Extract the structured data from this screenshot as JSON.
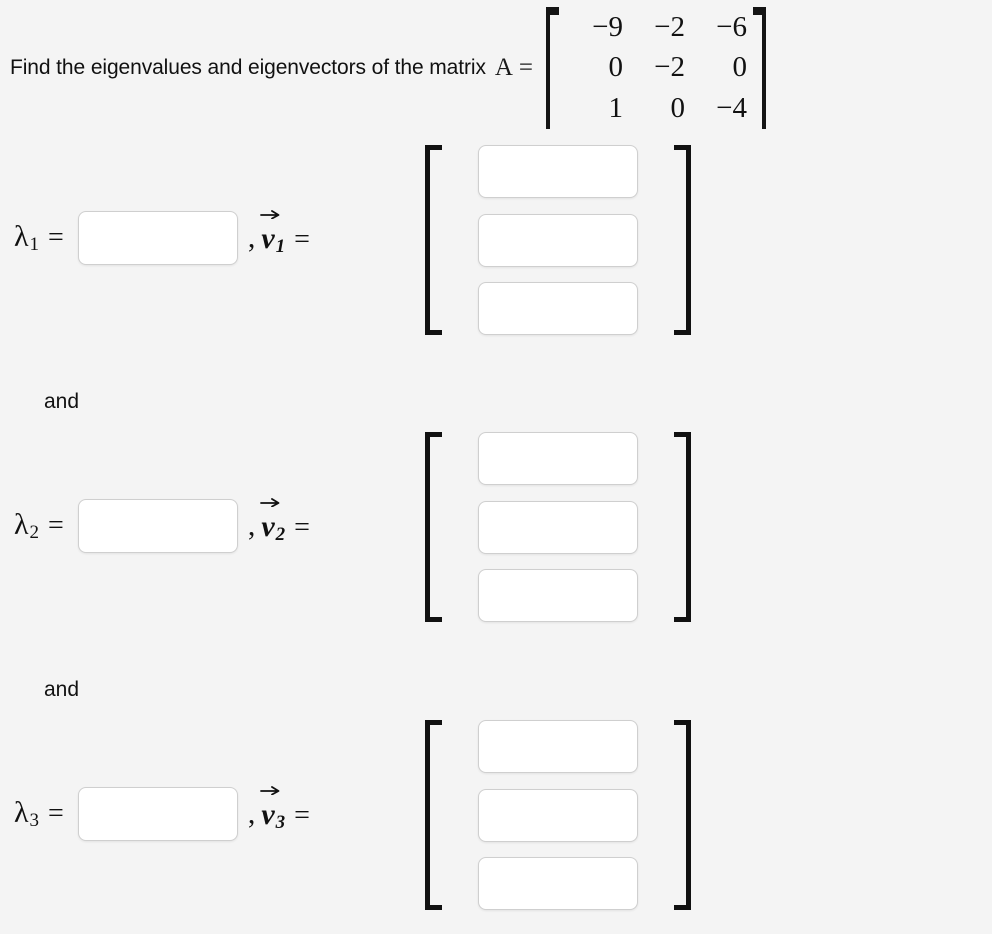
{
  "problem": {
    "prompt": "Find the eigenvalues and eigenvectors of the matrix",
    "matrix_label": "A",
    "equals": "=",
    "matrix": {
      "rows": [
        [
          "−9",
          "−2",
          "−6"
        ],
        [
          "0",
          "−2",
          "0"
        ],
        [
          "1",
          "0",
          "−4"
        ]
      ]
    }
  },
  "connectors": {
    "first": "and",
    "second": "and"
  },
  "symbols": {
    "lambda": "λ",
    "vector": "v",
    "equals": "=",
    "comma": ","
  },
  "eigen_pairs": [
    {
      "index": "1",
      "eigenvalue_label": "λ",
      "eigenvalue_subscript": "1",
      "eigenvalue_value": "",
      "eigenvalue_placeholder": "",
      "eigenvector_label": "v",
      "eigenvector_subscript": "1",
      "components": [
        {
          "value": "",
          "placeholder": ""
        },
        {
          "value": "",
          "placeholder": ""
        },
        {
          "value": "",
          "placeholder": ""
        }
      ]
    },
    {
      "index": "2",
      "eigenvalue_label": "λ",
      "eigenvalue_subscript": "2",
      "eigenvalue_value": "",
      "eigenvalue_placeholder": "",
      "eigenvector_label": "v",
      "eigenvector_subscript": "2",
      "components": [
        {
          "value": "",
          "placeholder": ""
        },
        {
          "value": "",
          "placeholder": ""
        },
        {
          "value": "",
          "placeholder": ""
        }
      ]
    },
    {
      "index": "3",
      "eigenvalue_label": "λ",
      "eigenvalue_subscript": "3",
      "eigenvalue_value": "",
      "eigenvalue_placeholder": "",
      "eigenvector_label": "v",
      "eigenvector_subscript": "3",
      "components": [
        {
          "value": "",
          "placeholder": ""
        },
        {
          "value": "",
          "placeholder": ""
        },
        {
          "value": "",
          "placeholder": ""
        }
      ]
    }
  ],
  "colors": {
    "background": "#f4f4f4",
    "text": "#111111",
    "input_background": "#ffffff",
    "input_border": "#cfcfcf",
    "bracket": "#111111"
  }
}
